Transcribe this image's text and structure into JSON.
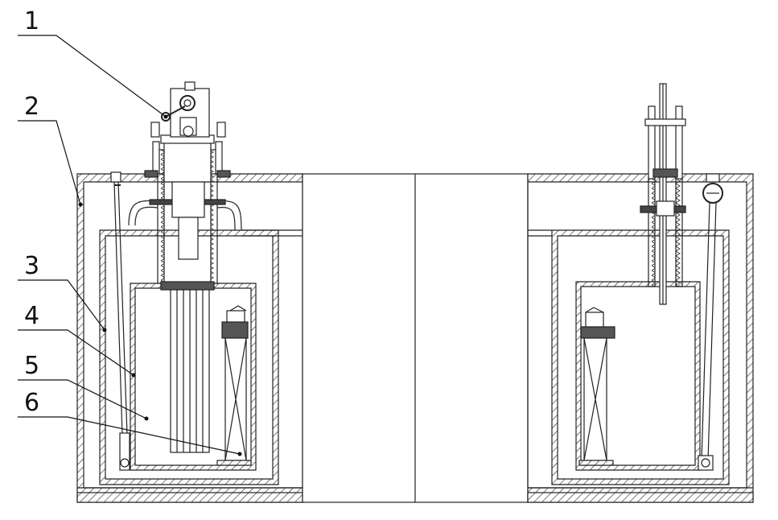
{
  "callouts": [
    {
      "id": "1",
      "label": "1"
    },
    {
      "id": "2",
      "label": "2"
    },
    {
      "id": "3",
      "label": "3"
    },
    {
      "id": "4",
      "label": "4"
    },
    {
      "id": "5",
      "label": "5"
    },
    {
      "id": "6",
      "label": "6"
    }
  ],
  "colors": {
    "line": "#222222",
    "background": "#ffffff",
    "hatch": "#333333"
  }
}
